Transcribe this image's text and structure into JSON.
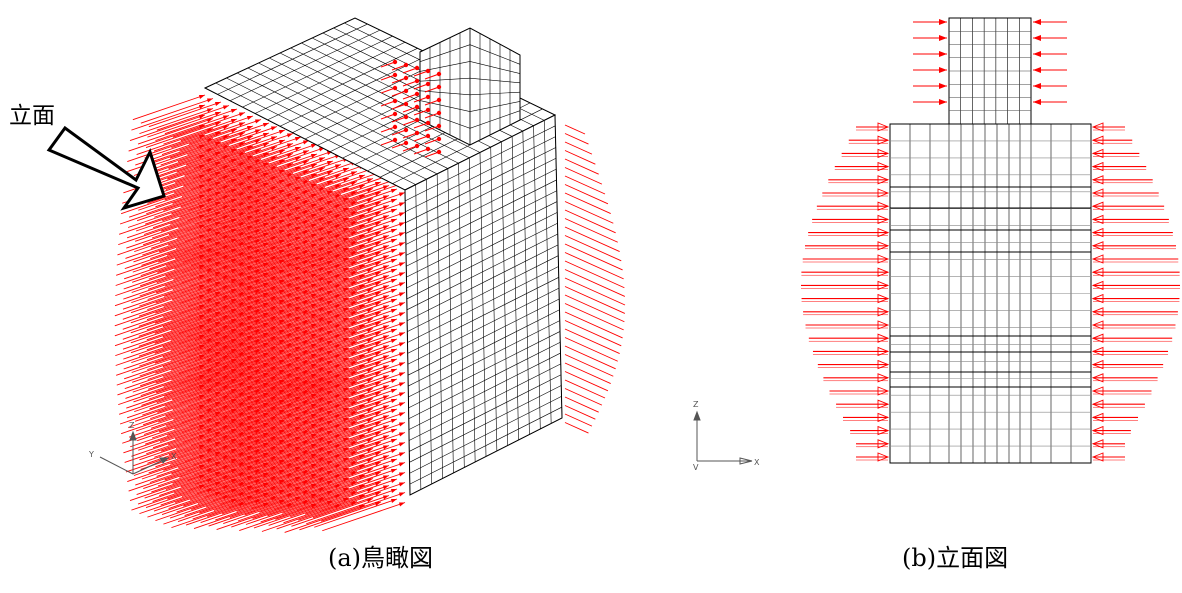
{
  "annotations": {
    "elevation_arrow_label": "立面"
  },
  "captions": {
    "birdseye": "(a)鳥瞰図",
    "elevation": "(b)立面図"
  },
  "axes_icons": {
    "birdseye": {
      "z": "Z",
      "y": "Y",
      "x": "X"
    },
    "elevation": {
      "z": "Z",
      "v": "V",
      "x": "X"
    }
  },
  "colors": {
    "load_arrow": "#ff0000",
    "mesh_line": "#000000",
    "axis_icon": "#555555"
  },
  "icons": [
    "hollow-pointer-arrow-icon",
    "axis-triad-icon"
  ]
}
